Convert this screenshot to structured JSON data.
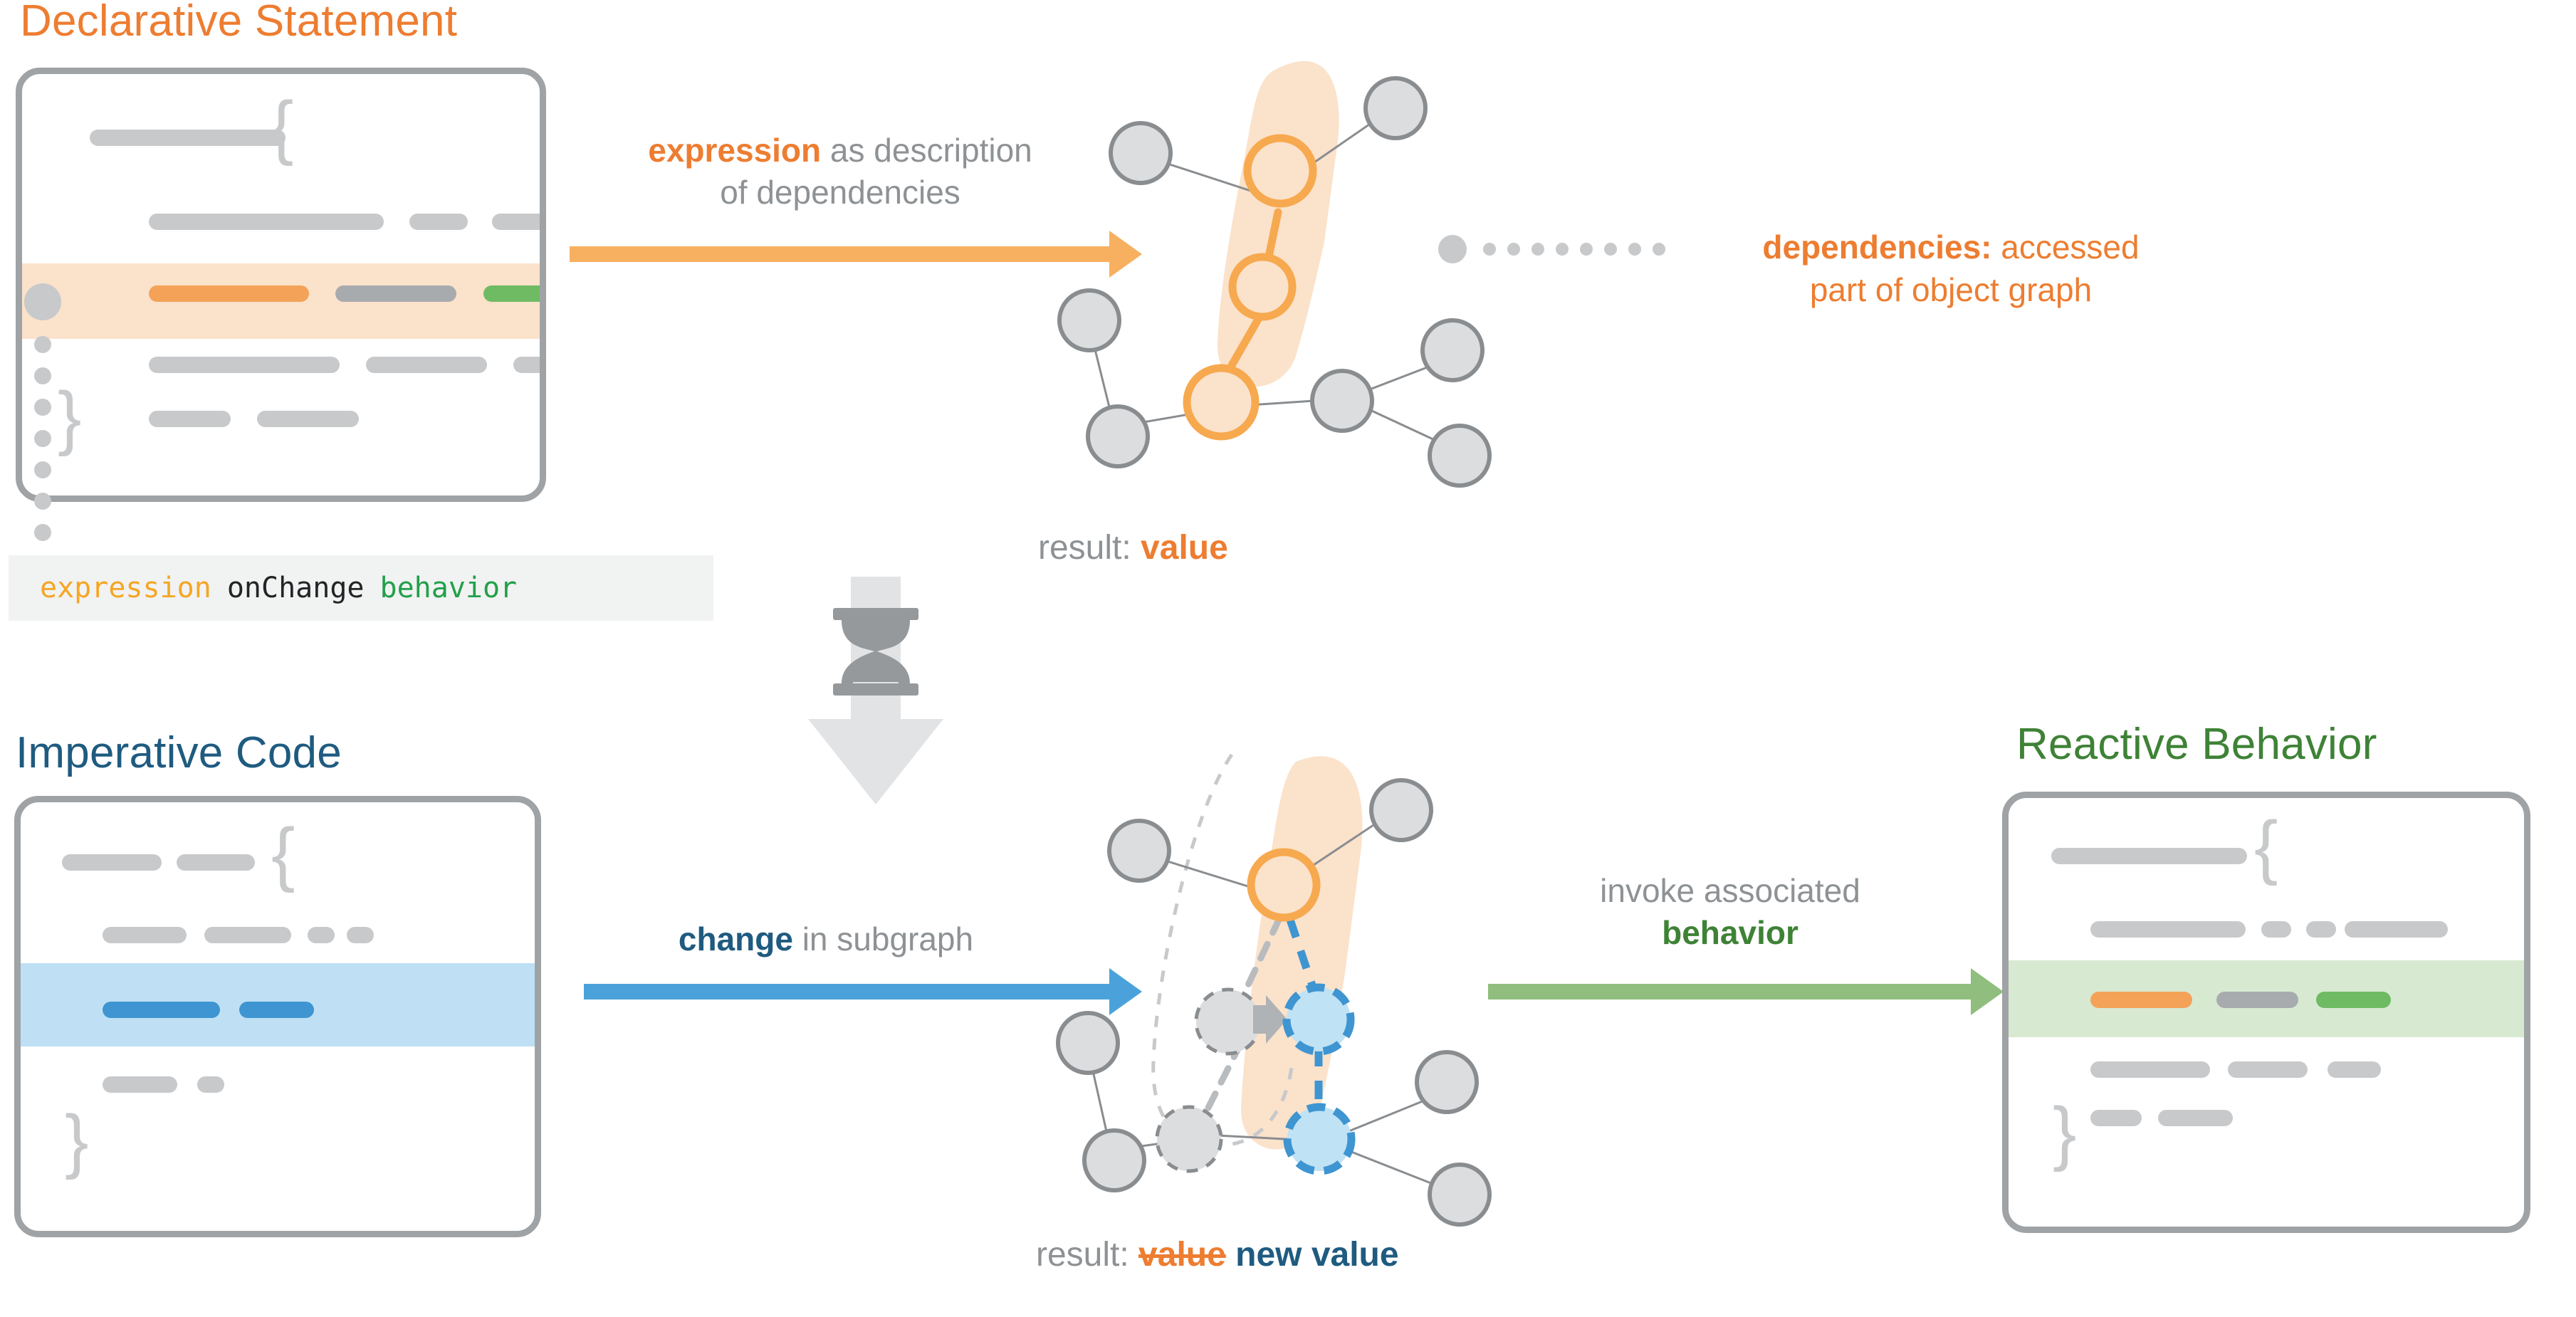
{
  "diagram": {
    "title_declarative": "Declarative Statement",
    "title_imperative": "Imperative Code",
    "title_reactive": "Reactive Behavior",
    "chip": {
      "expression": "expression",
      "onchange": "onChange",
      "behavior": "behavior"
    },
    "arrow_top": {
      "line1_bold": "expression",
      "line1_rest": " as description",
      "line2": "of dependencies"
    },
    "arrow_change": {
      "bold": "change",
      "rest": " in subgraph"
    },
    "arrow_invoke": {
      "line1": "invoke associated",
      "line2_bold": "behavior"
    },
    "dependencies": {
      "bold": "dependencies:",
      "rest": " accessed",
      "line2": "part of object graph"
    },
    "result_top": {
      "label": "result: ",
      "value": "value"
    },
    "result_bottom": {
      "label": "result: ",
      "old_value": "value",
      "new_value": "new value"
    },
    "hourglass_icon": "hourglass-icon",
    "colors": {
      "orange": "#ED7D31",
      "orange_light": "#F4A258",
      "orange_band": "#FBE2CB",
      "blue": "#1F5B80",
      "blue_light": "#3E95D1",
      "blue_band": "#BFE0F4",
      "blue_node": "#BFE2F5",
      "green": "#3E8236",
      "green_light": "#6FBB63",
      "green_band": "#D8E9D2",
      "grey": "#9FA3A6",
      "grey_bar": "#C7C9CB",
      "grey_text": "#8E9295",
      "node_fill": "#DCDDDE",
      "node_stroke": "#8A8D90"
    }
  }
}
